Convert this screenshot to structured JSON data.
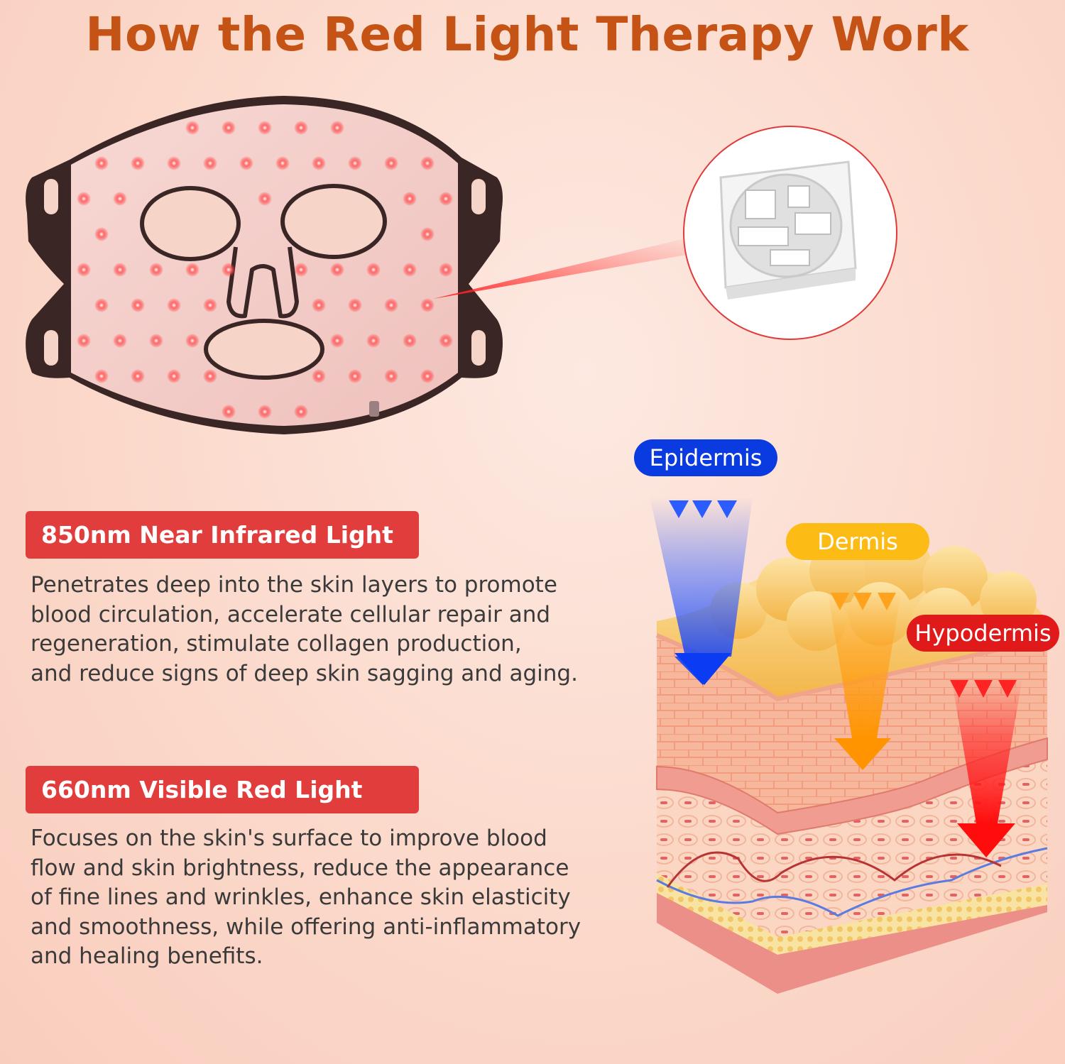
{
  "title": "How the Red Light Therapy Work",
  "sections": [
    {
      "heading": "850nm Near Infrared Light",
      "body": "Penetrates deep into the skin layers to promote\nblood circulation, accelerate cellular repair and\nregeneration,  stimulate collagen production,\nand reduce signs of deep skin sagging and aging."
    },
    {
      "heading": "660nm Visible Red Light",
      "body": "Focuses on the skin's surface to improve blood\nflow and skin brightness, reduce the appearance\nof fine lines and wrinkles, enhance skin elasticity\nand smoothness, while offering  anti-inflammatory\nand healing benefits."
    }
  ],
  "skin_layers": [
    {
      "label": "Epidermis",
      "color": "#0a3be0",
      "text_color": "#ffffff"
    },
    {
      "label": "Dermis",
      "color": "#fdbb16",
      "text_color": "#ffffff"
    },
    {
      "label": "Hypodermis",
      "color": "#e01a1a",
      "text_color": "#ffffff"
    }
  ],
  "colors": {
    "title": "#c55316",
    "badge": "#e23d3d",
    "mask_frame": "#3b2626",
    "led": "#ff3a3a"
  },
  "icons": [
    "led-mask-icon",
    "led-chip-icon",
    "skin-layers-icon"
  ]
}
